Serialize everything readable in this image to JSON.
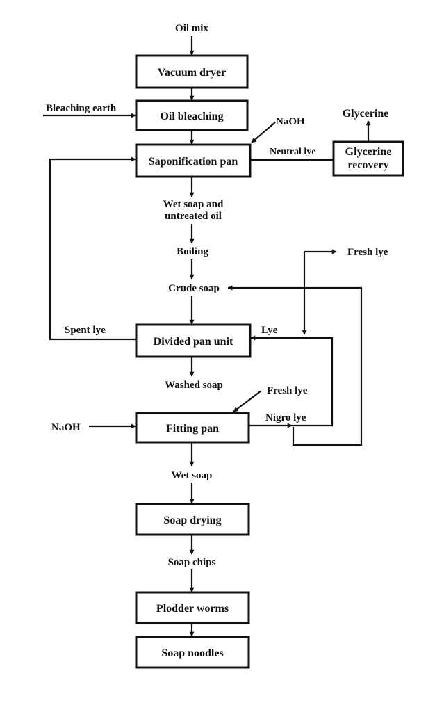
{
  "colors": {
    "ink": "#111111",
    "background": "#ffffff"
  },
  "nodes": {
    "vacuum_dryer": "Vacuum dryer",
    "oil_bleaching": "Oil bleaching",
    "saponification_pan": "Saponification pan",
    "glycerine_recovery_line1": "Glycerine",
    "glycerine_recovery_line2": "recovery",
    "divided_pan_unit": "Divided pan unit",
    "fitting_pan": "Fitting pan",
    "soap_drying": "Soap drying",
    "plodder_worms": "Plodder worms",
    "soap_noodles": "Soap noodles"
  },
  "flows": {
    "oil_mix": "Oil mix",
    "bleaching_earth": "Bleaching earth",
    "naoh_saponification": "NaOH",
    "neutral_lye": "Neutral lye",
    "glycerine": "Glycerine",
    "wet_soap_untreated_line1": "Wet soap and",
    "wet_soap_untreated_line2": "untreated oil",
    "boiling": "Boiling",
    "crude_soap": "Crude soap",
    "fresh_lye_top": "Fresh lye",
    "spent_lye": "Spent lye",
    "lye": "Lye",
    "washed_soap": "Washed soap",
    "fresh_lye_fitting": "Fresh lye",
    "naoh_fitting": "NaOH",
    "nigro_lye": "Nigro lye",
    "wet_soap": "Wet soap",
    "soap_chips": "Soap chips"
  }
}
